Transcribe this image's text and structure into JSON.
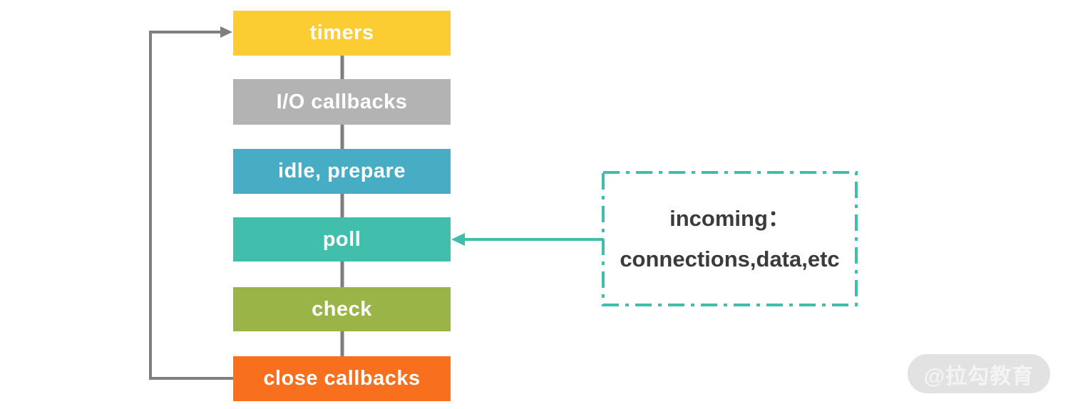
{
  "phases": [
    {
      "label": "timers",
      "color": "#FBCD32"
    },
    {
      "label": "I/O callbacks",
      "color": "#B3B3B3"
    },
    {
      "label": "idle, prepare",
      "color": "#46ADC4"
    },
    {
      "label": "poll",
      "color": "#41BFAC"
    },
    {
      "label": "check",
      "color": "#9BB448"
    },
    {
      "label": "close callbacks",
      "color": "#F8701E"
    }
  ],
  "incoming_box": {
    "line1": "incoming：",
    "line2": "connections,data,etc",
    "border_color": "#3DBFAB",
    "text_color": "#3B3B3B"
  },
  "arrows": {
    "loop_color": "#7F7F7F",
    "incoming_arrow_color": "#3DBFAB"
  },
  "watermark": {
    "text": "@拉勾教育",
    "bg_color": "#E2E2E2",
    "text_color": "#F4F4F4"
  }
}
